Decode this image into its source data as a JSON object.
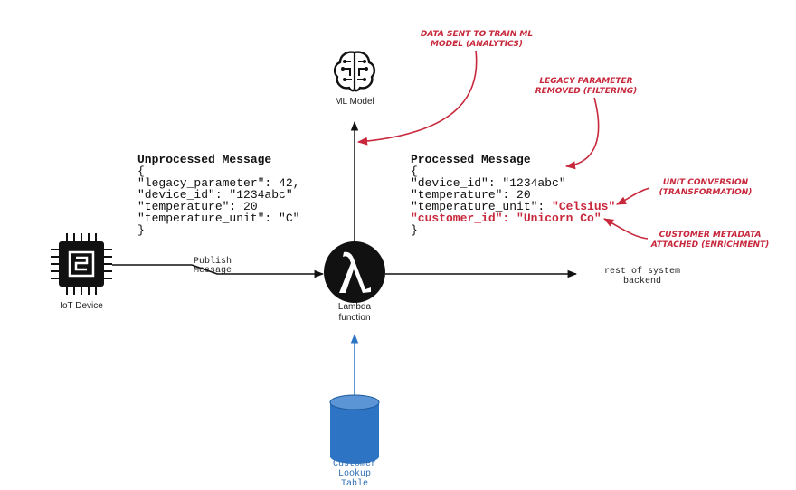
{
  "colors": {
    "annotation_red": "#c8283c",
    "db_blue": "#2e74c4",
    "db_blue_dark": "#1f5a9e",
    "label_blue": "#2e6db4",
    "icon_black": "#111111"
  },
  "nodes": {
    "ml_model": {
      "label": "ML Model",
      "icon": "brain-icon"
    },
    "iot_device": {
      "label": "IoT Device",
      "icon": "chip-icon"
    },
    "lambda": {
      "label_line1": "Lambda",
      "label_line2": "function",
      "icon": "lambda-icon"
    },
    "backend": {
      "label_line1": "rest of system",
      "label_line2": "backend"
    },
    "lookup_table": {
      "label_line1": "Customer",
      "label_line2": "Lookup",
      "label_line3": "Table",
      "icon": "database-icon"
    }
  },
  "edges": {
    "publish_line1": "Publish",
    "publish_line2": "Message"
  },
  "unprocessed": {
    "title": "Unprocessed Message",
    "open": "{",
    "line1": "\"legacy_parameter\": 42,",
    "line2": "\"device_id\": \"1234abc\"",
    "line3": "\"temperature\": 20",
    "line4": "\"temperature_unit\": \"C\"",
    "close": "}"
  },
  "processed": {
    "title": "Processed Message",
    "open": "{",
    "line1": "\"device_id\": \"1234abc\"",
    "line2": "\"temperature\": 20",
    "line3_key": "\"temperature_unit\": ",
    "line3_val": "\"Celsius\"",
    "line4": "\"customer_id\": \"Unicorn Co\"",
    "close": "}"
  },
  "annotations": {
    "analytics_1": "DATA SENT TO TRAIN ML",
    "analytics_2": "MODEL (ANALYTICS)",
    "filtering_1": "LEGACY PARAMETER",
    "filtering_2": "REMOVED (FILTERING)",
    "transform_1": "UNIT CONVERSION",
    "transform_2": "(TRANSFORMATION)",
    "enrich_1": "CUSTOMER METADATA",
    "enrich_2": "ATTACHED (ENRICHMENT)"
  }
}
